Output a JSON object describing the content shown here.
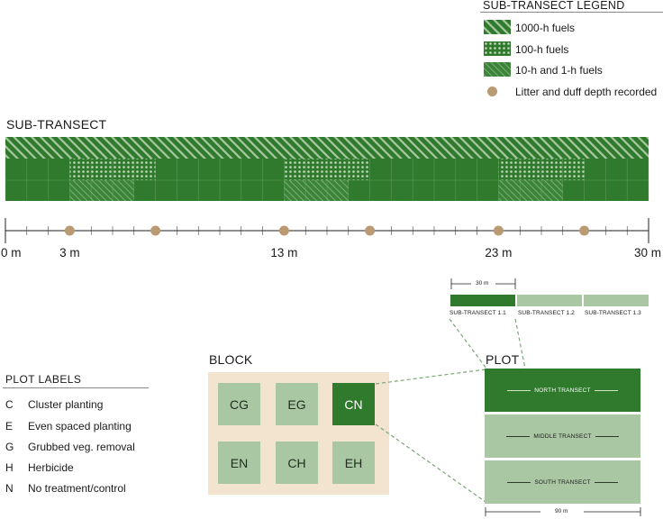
{
  "legend": {
    "title": "SUB-TRANSECT LEGEND",
    "items": [
      {
        "label": "1000-h fuels",
        "pattern": "diagonal-stripes"
      },
      {
        "label": "100-h fuels",
        "pattern": "dots"
      },
      {
        "label": "10-h and 1-h fuels",
        "pattern": "fine-hatch"
      },
      {
        "label": "Litter and duff depth recorded",
        "pattern": "tan-dot"
      }
    ]
  },
  "subtransect": {
    "title": "SUB-TRANSECT",
    "axis_labels": [
      {
        "label": "0 m",
        "value": 0
      },
      {
        "label": "3 m",
        "value": 3
      },
      {
        "label": "13 m",
        "value": 13
      },
      {
        "label": "23 m",
        "value": 23
      },
      {
        "label": "30 m",
        "value": 30
      }
    ],
    "litter_points_m": [
      3,
      7,
      13,
      17,
      23,
      27
    ],
    "dot_sections_m": [
      [
        3,
        7
      ],
      [
        13,
        17
      ],
      [
        23,
        27
      ]
    ],
    "fine_hatch_sections_m": [
      [
        3,
        6
      ],
      [
        13,
        16
      ],
      [
        23,
        26
      ]
    ]
  },
  "plot_labels": {
    "title": "PLOT LABELS",
    "items": [
      {
        "code": "C",
        "desc": "Cluster planting"
      },
      {
        "code": "E",
        "desc": "Even spaced planting"
      },
      {
        "code": "G",
        "desc": "Grubbed veg. removal"
      },
      {
        "code": "H",
        "desc": "Herbicide"
      },
      {
        "code": "N",
        "desc": "No treatment/control"
      }
    ]
  },
  "block": {
    "title": "BLOCK",
    "cells": [
      {
        "label": "CG",
        "highlighted": false
      },
      {
        "label": "EG",
        "highlighted": false
      },
      {
        "label": "CN",
        "highlighted": true
      },
      {
        "label": "EN",
        "highlighted": false
      },
      {
        "label": "CH",
        "highlighted": false
      },
      {
        "label": "EH",
        "highlighted": false
      }
    ]
  },
  "plot": {
    "title": "PLOT",
    "transects": [
      {
        "label": "NORTH TRANSECT",
        "highlighted": true
      },
      {
        "label": "MIDDLE TRANSECT",
        "highlighted": false
      },
      {
        "label": "SOUTH TRANSECT",
        "highlighted": false
      }
    ],
    "width_label": "90 m",
    "subtransect_width_label": "30 m",
    "subtransects": [
      {
        "label": "SUB-TRANSECT 1.1",
        "highlighted": true
      },
      {
        "label": "SUB-TRANSECT 1.2",
        "highlighted": false
      },
      {
        "label": "SUB-TRANSECT 1.3",
        "highlighted": false
      }
    ]
  },
  "colors": {
    "dark_green": "#2f7a2c",
    "light_green": "#a8c7a2",
    "tan": "#b99a72",
    "block_bg": "#f3e4cf"
  }
}
